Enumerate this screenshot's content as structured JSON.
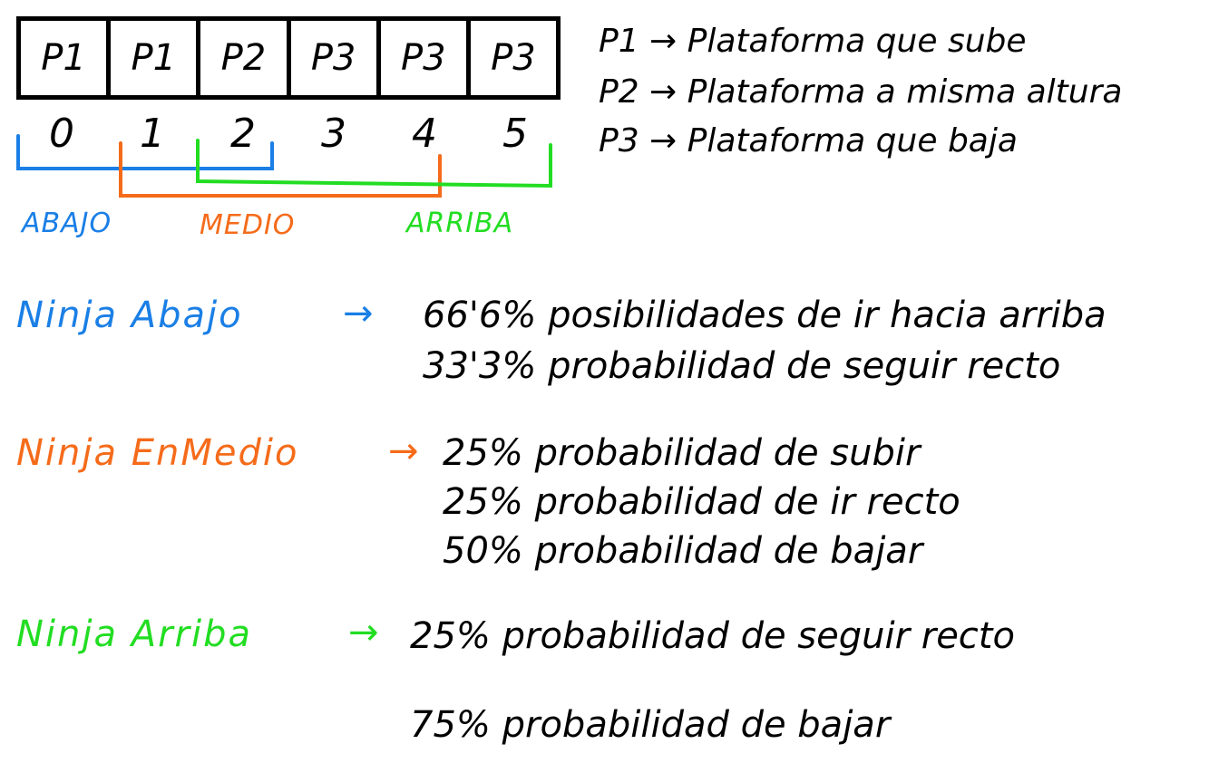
{
  "colors": {
    "abajo": "#1a7fe6",
    "medio": "#f56b1a",
    "arriba": "#22dd22",
    "ink": "#000000"
  },
  "platforms": [
    "P1",
    "P1",
    "P2",
    "P3",
    "P3",
    "P3"
  ],
  "indices": [
    "0",
    "1",
    "2",
    "3",
    "4",
    "5"
  ],
  "ranges": {
    "abajo": "ABAJO",
    "medio": "MEDIO",
    "arriba": "ARRIBA"
  },
  "legend": [
    "P1 → Plataforma que sube",
    "P2 → Plataforma a misma altura",
    "P3 → Plataforma que baja"
  ],
  "ninjas": {
    "abajo": {
      "label": "Ninja Abajo",
      "arrow": "→",
      "lines": [
        "66'6% posibilidades de ir hacia arriba",
        "33'3% probabilidad de seguir recto"
      ]
    },
    "medio": {
      "label": "Ninja EnMedio",
      "arrow": "→",
      "lines": [
        "25% probabilidad de subir",
        "25% probabilidad de ir recto",
        "50% probabilidad de bajar"
      ]
    },
    "arriba": {
      "label": "Ninja Arriba",
      "arrow": "→",
      "lines": [
        "25% probabilidad de seguir recto",
        "75% probabilidad de bajar"
      ]
    }
  }
}
